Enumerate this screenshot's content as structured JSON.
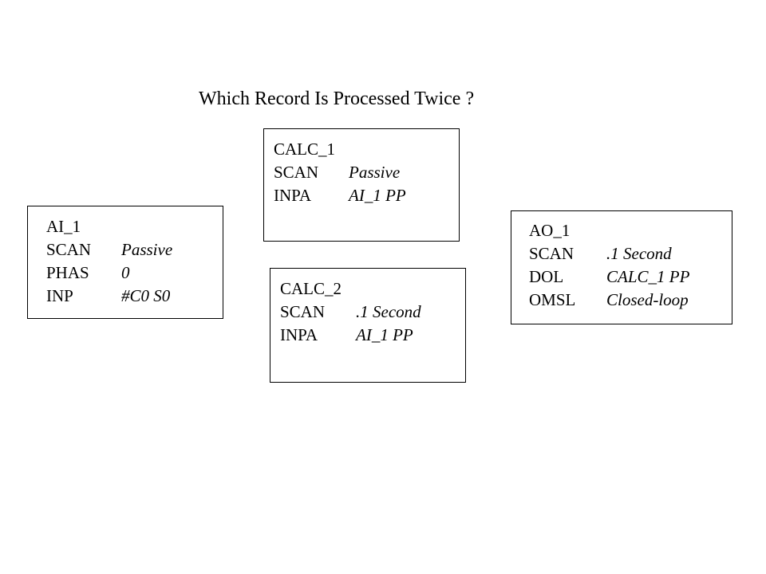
{
  "title": "Which Record Is Processed Twice ?",
  "records": {
    "calc_1": {
      "name": "CALC_1",
      "fields": [
        {
          "key": "SCAN",
          "value": "Passive"
        },
        {
          "key": "INPA",
          "value": "AI_1 PP"
        }
      ]
    },
    "ai_1": {
      "name": "AI_1",
      "fields": [
        {
          "key": "SCAN",
          "value": "Passive"
        },
        {
          "key": "PHAS",
          "value": "0"
        },
        {
          "key": "INP",
          "value": "#C0 S0"
        }
      ]
    },
    "calc_2": {
      "name": "CALC_2",
      "fields": [
        {
          "key": "SCAN",
          "value": ".1 Second"
        },
        {
          "key": "INPA",
          "value": "AI_1 PP"
        }
      ]
    },
    "ao_1": {
      "name": "AO_1",
      "fields": [
        {
          "key": "SCAN",
          "value": ".1 Second"
        },
        {
          "key": "DOL",
          "value": "CALC_1 PP"
        },
        {
          "key": "OMSL",
          "value": "Closed-loop"
        }
      ]
    }
  }
}
